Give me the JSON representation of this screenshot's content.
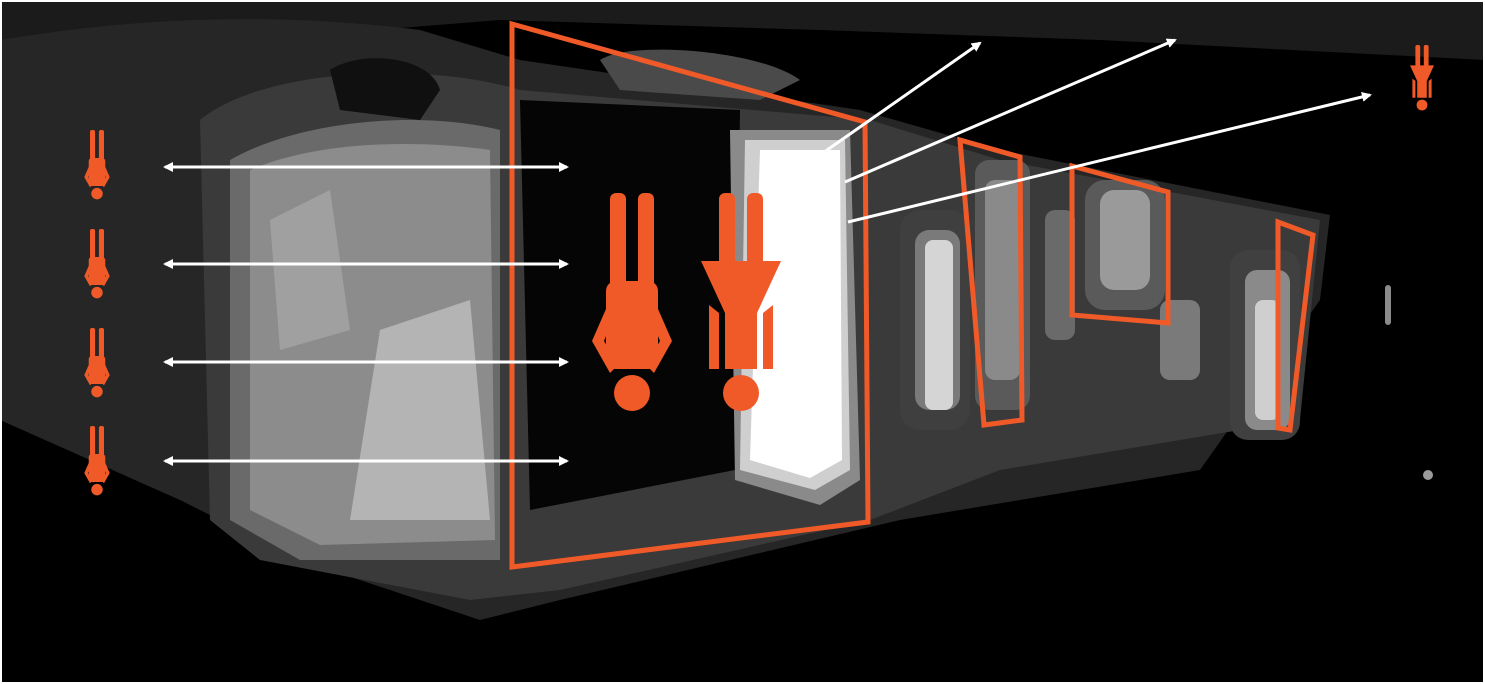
{
  "colors": {
    "accent": "#f05a28",
    "arrow": "#ffffff",
    "background": "#000000",
    "frame": "#ffffff"
  },
  "icons": {
    "person": "upside-down-person-icon"
  },
  "diagram": {
    "left_people_count": 4,
    "double_arrow_count": 4,
    "large_people_count": 2,
    "outgoing_arrow_count": 3,
    "highlight_frame_count": 4
  }
}
